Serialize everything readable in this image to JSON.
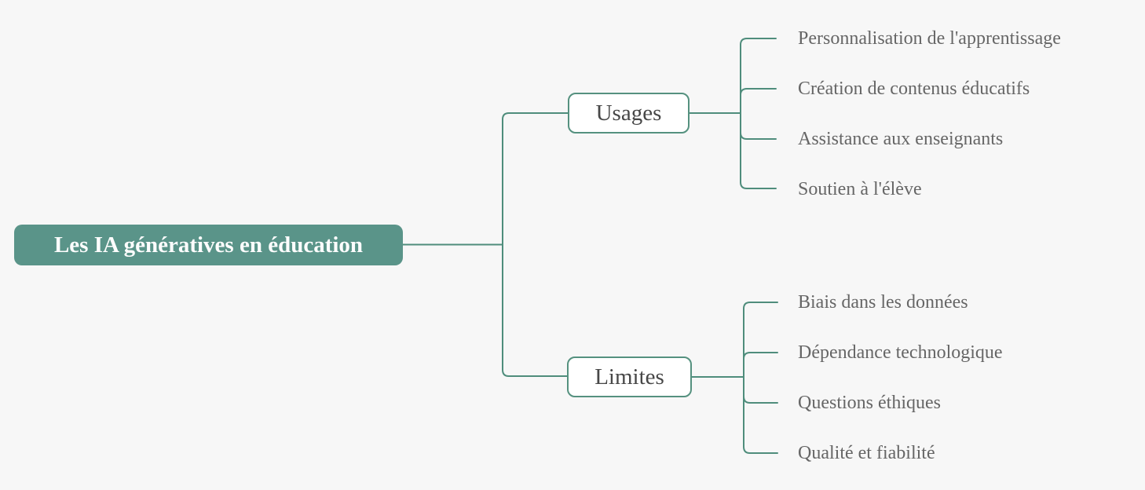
{
  "colors": {
    "background": "#f7f7f7",
    "connector": "#4f8d7c",
    "root_fill": "#5a9489",
    "root_text": "#fdfdfd",
    "branch_border": "#55917f",
    "branch_text": "#474747",
    "leaf_text": "#666666"
  },
  "mindmap": {
    "root": {
      "label": "Les IA génératives en éducation"
    },
    "branches": [
      {
        "label": "Usages",
        "children": [
          {
            "label": "Personnalisation de l'apprentissage"
          },
          {
            "label": "Création de contenus éducatifs"
          },
          {
            "label": "Assistance aux enseignants"
          },
          {
            "label": "Soutien à l'élève"
          }
        ]
      },
      {
        "label": "Limites",
        "children": [
          {
            "label": "Biais dans les données"
          },
          {
            "label": "Dépendance technologique"
          },
          {
            "label": "Questions éthiques"
          },
          {
            "label": "Qualité et fiabilité"
          }
        ]
      }
    ]
  }
}
